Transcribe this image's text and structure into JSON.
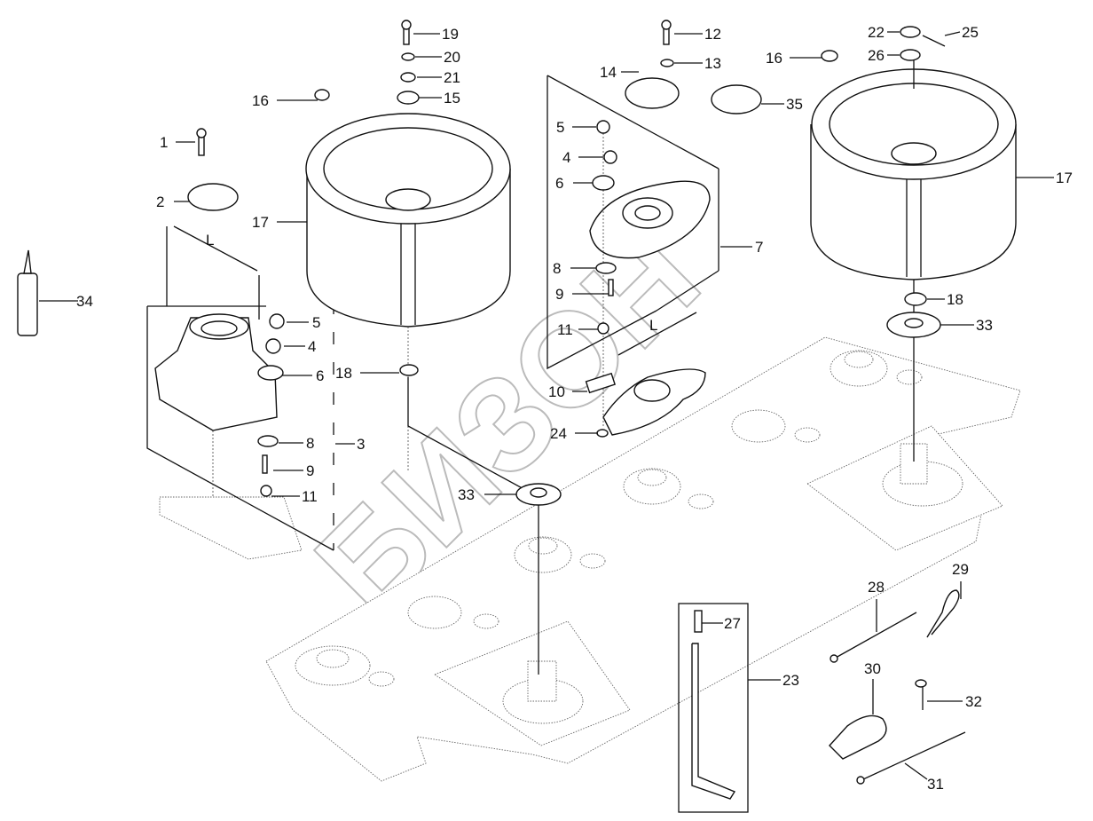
{
  "watermark": "БИЗОН",
  "dimension_label": "L",
  "callouts": {
    "c1": "1",
    "c2": "2",
    "c3": "3",
    "c4a": "4",
    "c4b": "4",
    "c5a": "5",
    "c5b": "5",
    "c6a": "6",
    "c6b": "6",
    "c7": "7",
    "c8a": "8",
    "c8b": "8",
    "c9a": "9",
    "c9b": "9",
    "c10": "10",
    "c11a": "11",
    "c11b": "11",
    "c12": "12",
    "c13": "13",
    "c14": "14",
    "c15": "15",
    "c16a": "16",
    "c16b": "16",
    "c17a": "17",
    "c17b": "17",
    "c18a": "18",
    "c18b": "18",
    "c19": "19",
    "c20": "20",
    "c21": "21",
    "c22": "22",
    "c23": "23",
    "c24": "24",
    "c25": "25",
    "c26": "26",
    "c27": "27",
    "c28": "28",
    "c29": "29",
    "c30": "30",
    "c31": "31",
    "c32": "32",
    "c33a": "33",
    "c33b": "33",
    "c34": "34",
    "c35": "35"
  }
}
